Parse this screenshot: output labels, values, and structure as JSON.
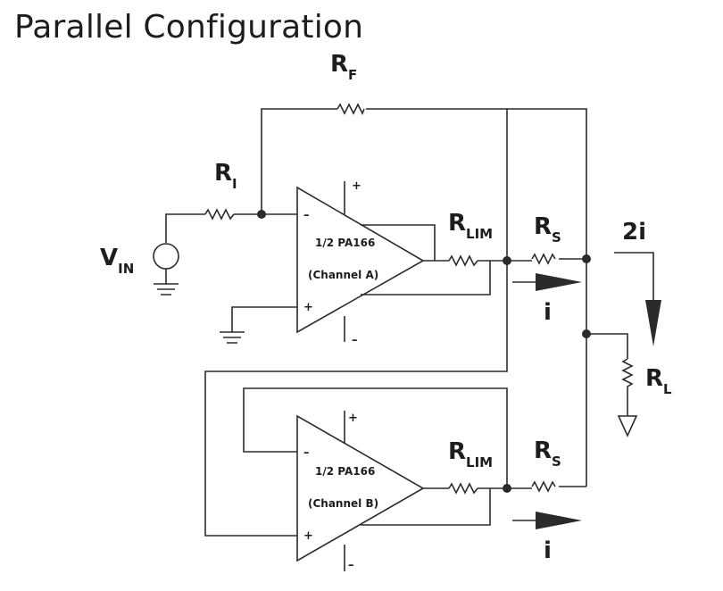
{
  "title": "Parallel Configuration",
  "labels": {
    "rf": {
      "main": "R",
      "sub": "F"
    },
    "ri": {
      "main": "R",
      "sub": "I"
    },
    "vin": {
      "main": "V",
      "sub": "IN"
    },
    "rlim_a": {
      "main": "R",
      "sub": "LIM"
    },
    "rs_a": {
      "main": "R",
      "sub": "S"
    },
    "rlim_b": {
      "main": "R",
      "sub": "LIM"
    },
    "rs_b": {
      "main": "R",
      "sub": "S"
    },
    "rl": {
      "main": "R",
      "sub": "L"
    },
    "current_total": "2i",
    "current_a": "i",
    "current_b": "i"
  },
  "amp_a": {
    "line1": "1/2 PA166",
    "line2": "(Channel A)",
    "in_neg": "–",
    "in_pos": "+",
    "supply_pos": "+",
    "supply_neg": "–"
  },
  "amp_b": {
    "line1": "1/2 PA166",
    "line2": "(Channel B)",
    "in_neg": "–",
    "in_pos": "+",
    "supply_pos": "+",
    "supply_neg": "–"
  }
}
